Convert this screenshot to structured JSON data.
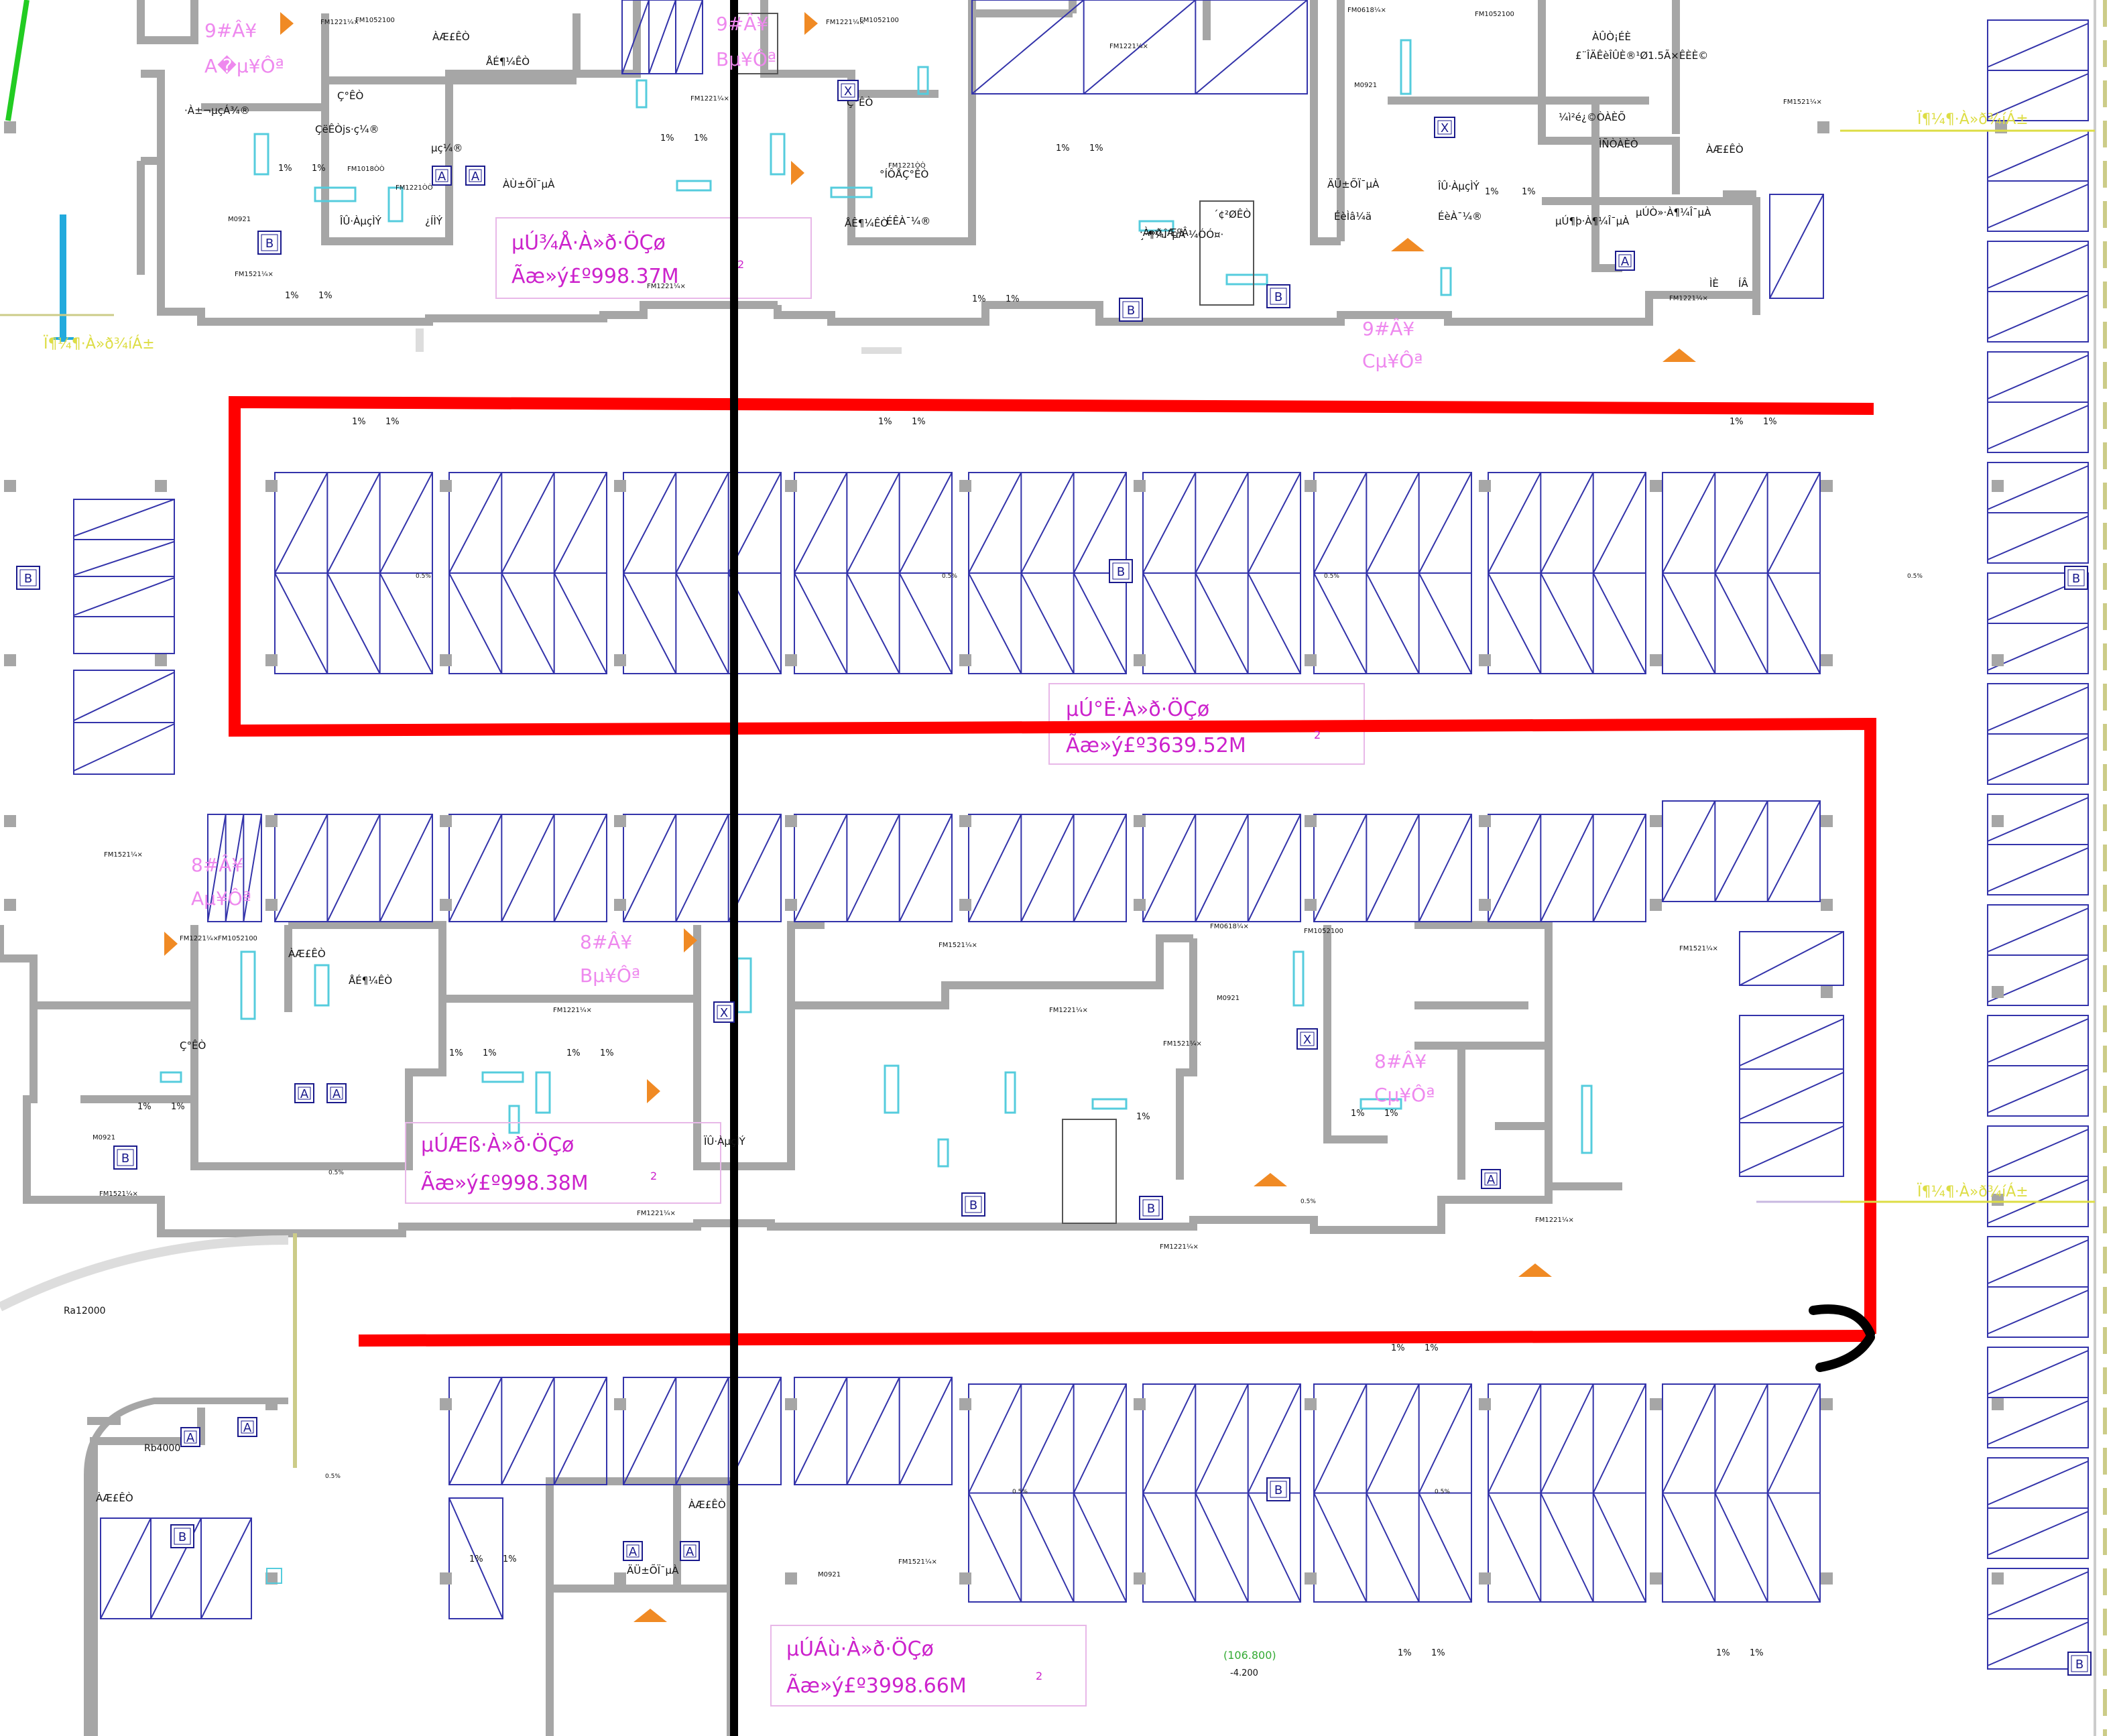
{
  "colors": {
    "background": "#ffffff",
    "wall": "#a6a6a6",
    "parking": "#3333aa",
    "route": "#ff0000",
    "axis": "#000000",
    "zone_label": "#cc22cc",
    "stair_label": "#ee88ee",
    "arrow": "#f08a24",
    "green_line": "#22cc22",
    "cyan": "#55ccdd",
    "yellow_text": "#dddd44",
    "green_text": "#33aa33",
    "beam": "#cccc88"
  },
  "zones": [
    {
      "name": "µÚ¾Å·À»ð·ÖÇø",
      "area": "Ãæ»ý£º998.37M",
      "sup": "2"
    },
    {
      "name": "µÚ°Ë·À»ð·ÖÇø",
      "area": "Ãæ»ý£º3639.52M",
      "sup": "2"
    },
    {
      "name": "µÚÆß·À»ð·ÖÇø",
      "area": "Ãæ»ý£º998.38M",
      "sup": "2"
    },
    {
      "name": "µÚÁù·À»ð·ÖÇø",
      "area": "Ãæ»ý£º3998.66M",
      "sup": "2"
    }
  ],
  "stairs": [
    {
      "line1": "9#Â¥",
      "line2": "A�µ¥Ôª"
    },
    {
      "line1": "9#Â¥",
      "line2": "Bµ¥Ôª"
    },
    {
      "line1": "9#Â¥",
      "line2": "Cµ¥Ôª"
    },
    {
      "line1": "8#Â¥",
      "line2": "Aµ¥Ôª"
    },
    {
      "line1": "8#Â¥",
      "line2": "Bµ¥Ôª"
    },
    {
      "line1": "8#Â¥",
      "line2": "Cµ¥Ôª"
    }
  ],
  "room_labels": [
    "ÀÆ£ÊÒ",
    "ÅÉ¶¼ÊÒ",
    "·À±¬µçÁ¾®",
    "Ç°ÊÒ",
    "Ç°ÊÒ",
    "ÇëÊÒjs·ç¼®",
    "µç¼®",
    "ÎÛ·ÀµçÌÝ",
    "ÅÊ¶¼ÊÒ",
    "ÀÆ£ÊÒ",
    "ÀÙ±ÕÏ¯µÀ",
    "¿ÍÌÝ",
    "ÉÊÀ¯¼®",
    "°ÍÔÅÇ°ÊÒ",
    "ÎÛ·ÀµçÌÝ",
    "ÉèÀ¯¼®",
    "·À»ð¸ÆºÂ",
    "´¢²ØÊÒ",
    "ÉèÌâ¼ä",
    "ÀÛÒ¡ÉÈ",
    "£¨ÎÄÊèÎÛÈ®¹Ø1.5Ã×ÊÈÈ©",
    "¼ì²é¿©ÒÀÈÕ",
    "ÌÑÒÀÈÒ",
    "µÚ¶þ·À¶¼Î¯µÀ",
    "µÚÒ»·À¶¼Î¯µÀ",
    "ÌÈ",
    "ÍÂ",
    "ÀÆ£ÊÒ",
    "ÄÜ±ÕÏ¯µÀ",
    "¸·¶¼Î¯µÀ ¼ÓÓ¤·",
    "Ç°ÊÒ",
    "ÅÉ¶¼ÊÒ",
    "ÀÆ£ÊÒ",
    "ÄÜ±ÕÏ¯µÀ",
    "ÏÛ·ÀµçÌÝ",
    "ÀÆ£ÊÒ"
  ],
  "door_codes": [
    "FM1221¼×",
    "FM1052100",
    "FM1221ÒÒ",
    "FM1018ÒÒ",
    "M0921",
    "FM1521¼×",
    "FM0618¼×"
  ],
  "slope_labels": [
    "1%",
    "0.5%"
  ],
  "markers": [
    "A",
    "B",
    "X"
  ],
  "curve_labels": [
    "Ra12000",
    "Rb4000"
  ],
  "elevation": {
    "value": "(106.800)",
    "offset": "-4.200"
  },
  "side_labels": [
    "Ï¶¼¶·À»ð¾íÁ±",
    "Ï¶¼¶·À»ð¾íÁ±"
  ]
}
